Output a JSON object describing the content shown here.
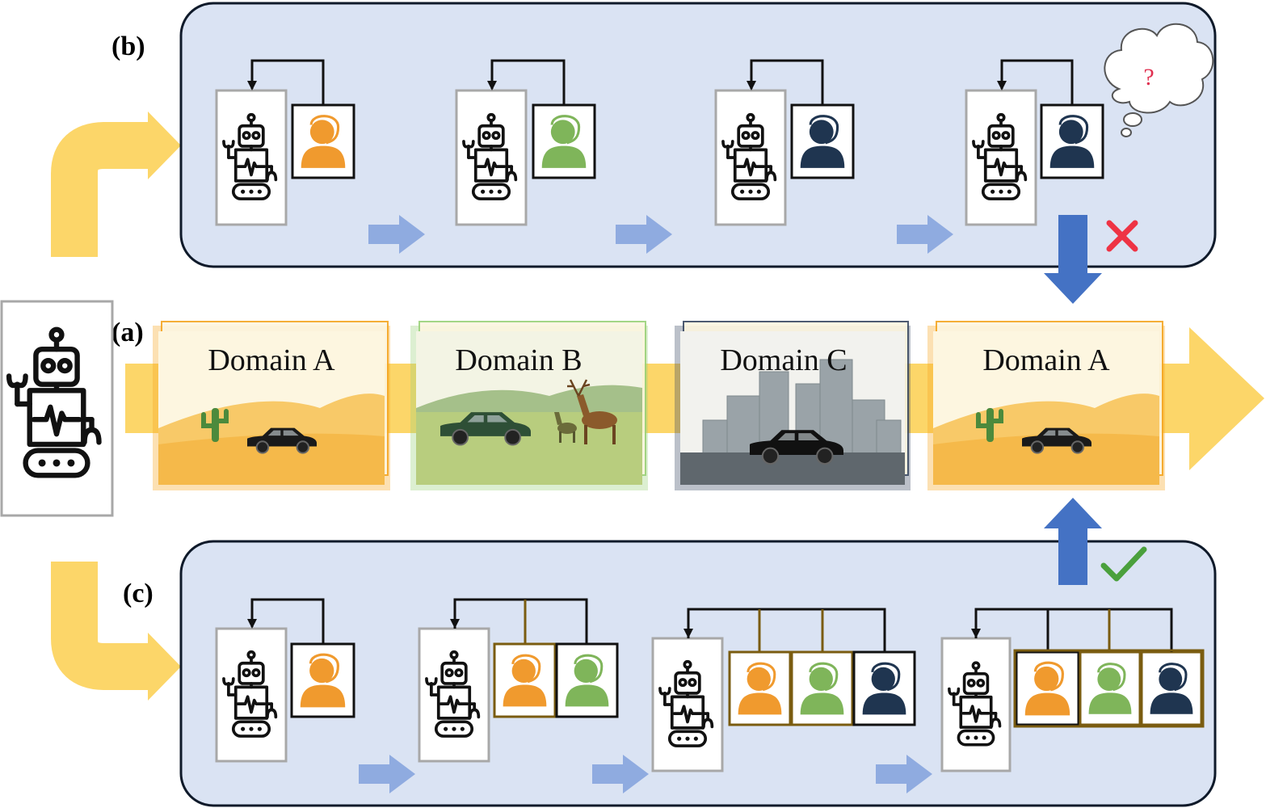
{
  "labels": {
    "a": "(a)",
    "b": "(b)",
    "c": "(c)"
  },
  "domains": [
    "Domain A",
    "Domain B",
    "Domain C",
    "Domain A"
  ],
  "marks": {
    "question": "?"
  },
  "colors": {
    "panel_fill": "#dae3f3",
    "panel_stroke": "#0f1a2a",
    "big_arrow": "#fcd669",
    "small_arrow": "#8fabe0",
    "blue_arrow": "#4472c4",
    "orange": "#f09a2e",
    "green": "#7fb55a",
    "navy": "#1f3550",
    "brown": "#7a5c10",
    "cross": "#ee3344",
    "check": "#4aa03c"
  },
  "icons": {
    "robot": "robot-icon",
    "expert": "person-with-headset-icon",
    "cloud": "thought-cloud-icon",
    "cross": "cross-icon",
    "check": "check-icon"
  }
}
